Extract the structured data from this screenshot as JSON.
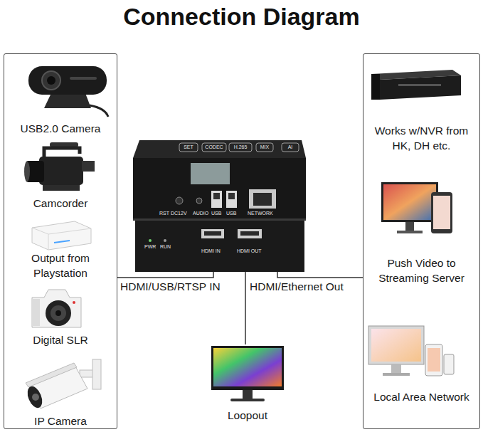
{
  "diagram": {
    "title": "Connection Diagram",
    "nodes": [
      {
        "text": []
      },
      {
        "text": [
          "USB2.0 Camera"
        ],
        "in": 0
      },
      {
        "text": [
          "Camcorder"
        ],
        "in": 0
      },
      {
        "text": [
          "Output from Playstation"
        ],
        "in": 0
      },
      {
        "text": [
          "Digital SLR"
        ],
        "in": 0
      },
      {
        "text": [
          "IP Camera"
        ],
        "in": 0
      },
      {
        "text": [
          "SET",
          "CODEC",
          "H.265",
          "MIX",
          "AI",
          "RST",
          "DC12V",
          "AUDIO",
          "USB",
          "USB",
          "NETWORK",
          "PWR",
          "RUN",
          "HDMI IN",
          "HDMI OUT"
        ]
      },
      {
        "text": []
      },
      {
        "text": [
          "Works w/NVR from HK, DH etc."
        ],
        "in": 7
      },
      {
        "text": [
          "Push Video to Streaming Server"
        ],
        "in": 7
      },
      {
        "text": [
          "Local Area Network"
        ],
        "in": 7
      },
      {
        "text": [
          "Loopout"
        ]
      }
    ],
    "edges": [
      {
        "from": 0,
        "to": 6,
        "label": "HDMI/USB/RTSP IN",
        "arrow": "none"
      },
      {
        "from": 6,
        "to": 7,
        "label": "HDMI/Ethernet Out",
        "arrow": "none"
      },
      {
        "from": 6,
        "to": 11,
        "arrow": "none"
      }
    ]
  }
}
